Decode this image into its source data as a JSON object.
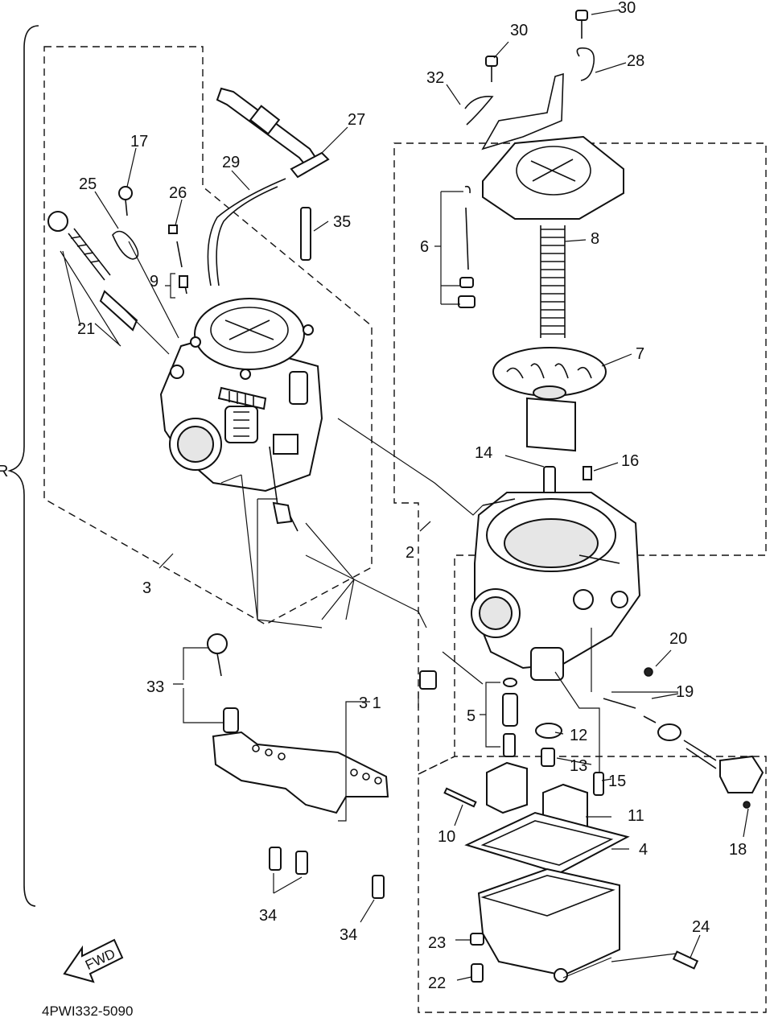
{
  "callouts": {
    "p2": "2",
    "p3": "3",
    "p4": "4",
    "p5": "5",
    "p6": "6",
    "p7": "7",
    "p8": "8",
    "p9": "9",
    "p10": "10",
    "p11": "11",
    "p12": "12",
    "p13": "13",
    "p14": "14",
    "p15": "15",
    "p16": "16",
    "p17": "17",
    "p18": "18",
    "p19": "19",
    "p20": "20",
    "p21": "21",
    "p22": "22",
    "p23": "23",
    "p24": "24",
    "p25": "25",
    "p26": "26",
    "p27": "27",
    "p28": "28",
    "p29": "29",
    "p30a": "30",
    "p30b": "30",
    "p31": "3 1",
    "p32": "32",
    "p33": "33",
    "p34a": "34",
    "p34b": "34",
    "p35": "35"
  },
  "badge": {
    "text": "FWD"
  },
  "drawing_code": "4PWI332-5090",
  "assembly_marker": "R"
}
